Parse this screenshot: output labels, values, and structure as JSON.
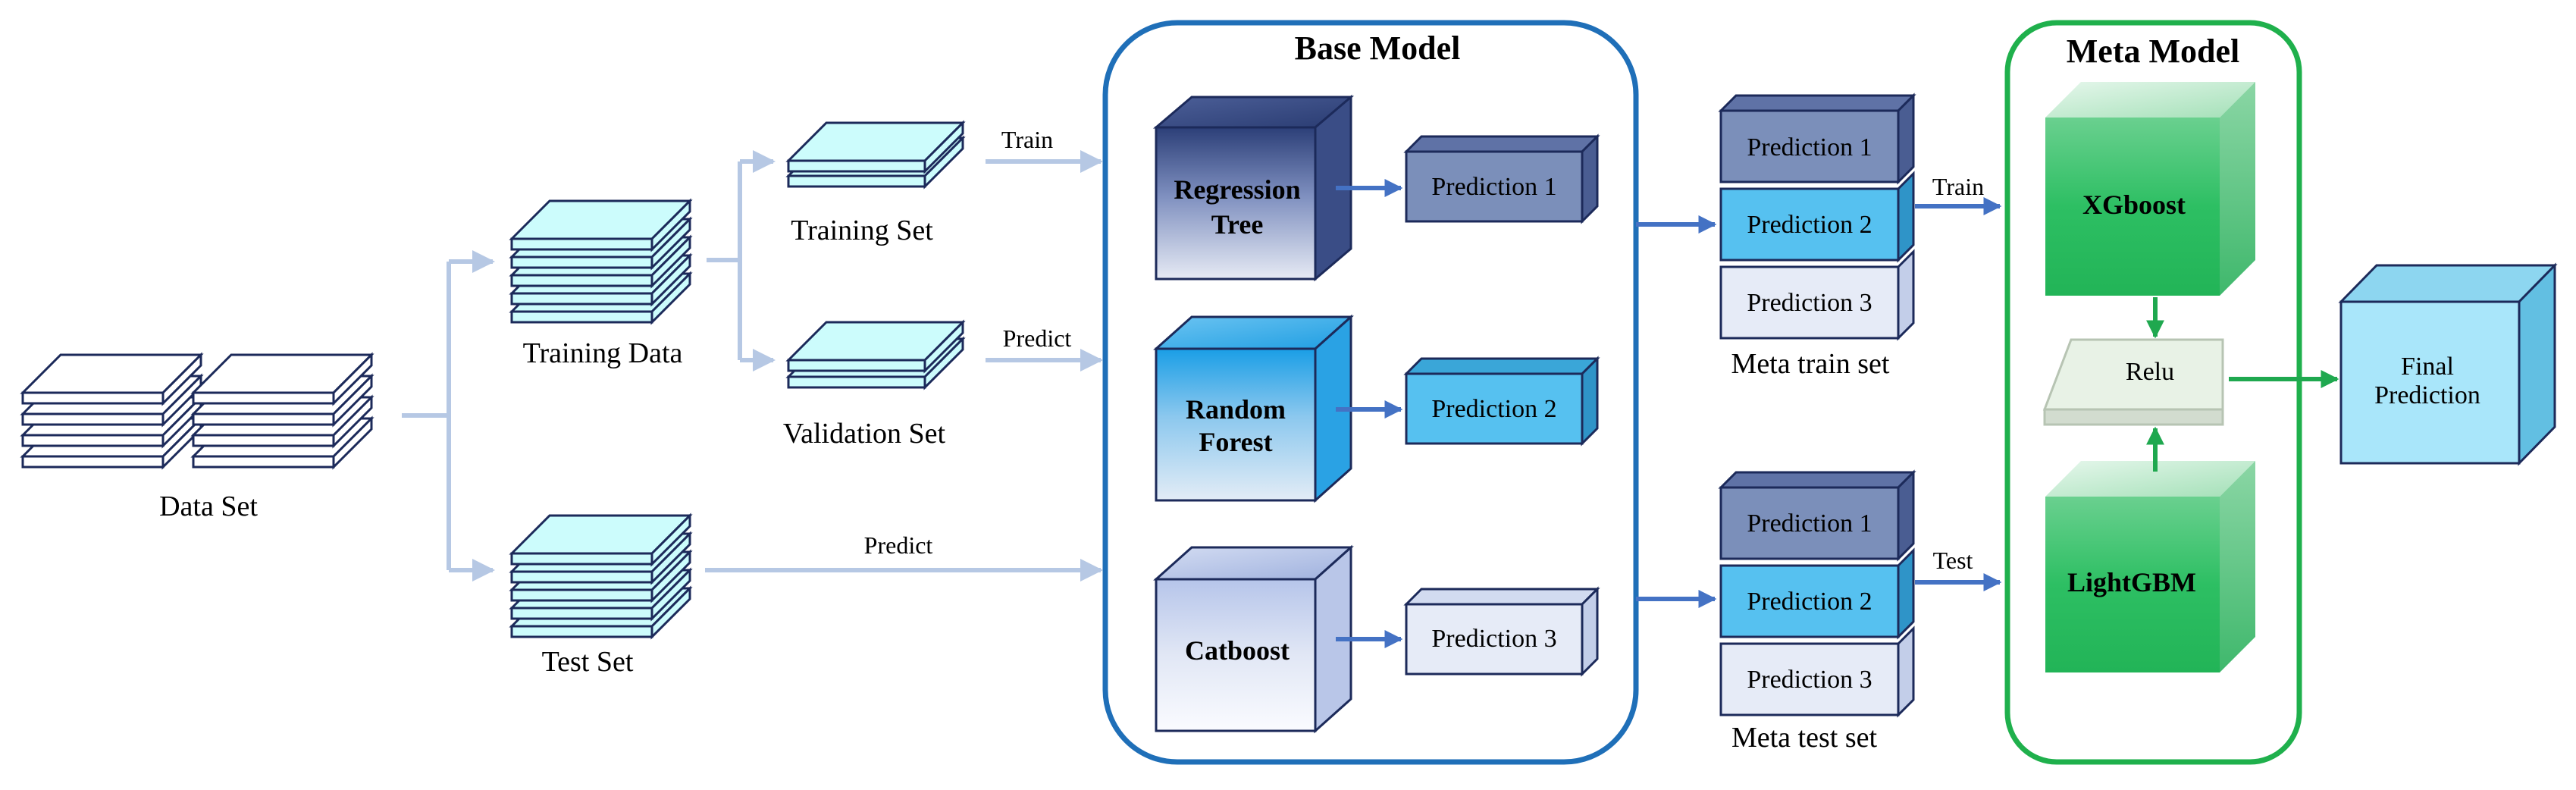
{
  "colors": {
    "layer_fill": "#ffffff",
    "layer_fill_cyan": "#ccfcfc",
    "layer_stroke": "#1c2a5a",
    "gray_blue_arrow": "#b6c8e4",
    "blue_arrow": "#4472c4",
    "green_arrow": "#1fa84f",
    "base_frame": "#1f6fb8",
    "meta_frame": "#1fb04c",
    "pred1": "#7b8fba",
    "pred2": "#56c1f0",
    "pred3": "#e6ebf7",
    "green_cube": "#2dbf63",
    "final_cube": "#a9e6fa"
  },
  "data_stage": {
    "data_set": "Data Set",
    "training_data": "Training Data",
    "test_set": "Test Set",
    "training_set": "Training Set",
    "validation_set": "Validation Set"
  },
  "arrow_labels": {
    "train": "Train",
    "predict_validation": "Predict",
    "predict_test": "Predict",
    "meta_train": "Train",
    "meta_test": "Test"
  },
  "base_model": {
    "title": "Base Model",
    "regression_tree_line1": "Regression",
    "regression_tree_line2": "Tree",
    "random_forest_line1": "Random",
    "random_forest_line2": "Forest",
    "catboost": "Catboost",
    "prediction_1": "Prediction 1",
    "prediction_2": "Prediction 2",
    "prediction_3": "Prediction 3"
  },
  "meta_sets": {
    "train_label": "Meta train set",
    "test_label": "Meta test set",
    "train_rows": [
      "Prediction 1",
      "Prediction 2",
      "Prediction 3"
    ],
    "test_rows": [
      "Prediction 1",
      "Prediction 2",
      "Prediction 3"
    ]
  },
  "meta_model": {
    "title": "Meta Model",
    "xgboost": "XGboost",
    "relu": "Relu",
    "lightgbm": "LightGBM"
  },
  "final": {
    "line1": "Final",
    "line2": "Prediction"
  }
}
